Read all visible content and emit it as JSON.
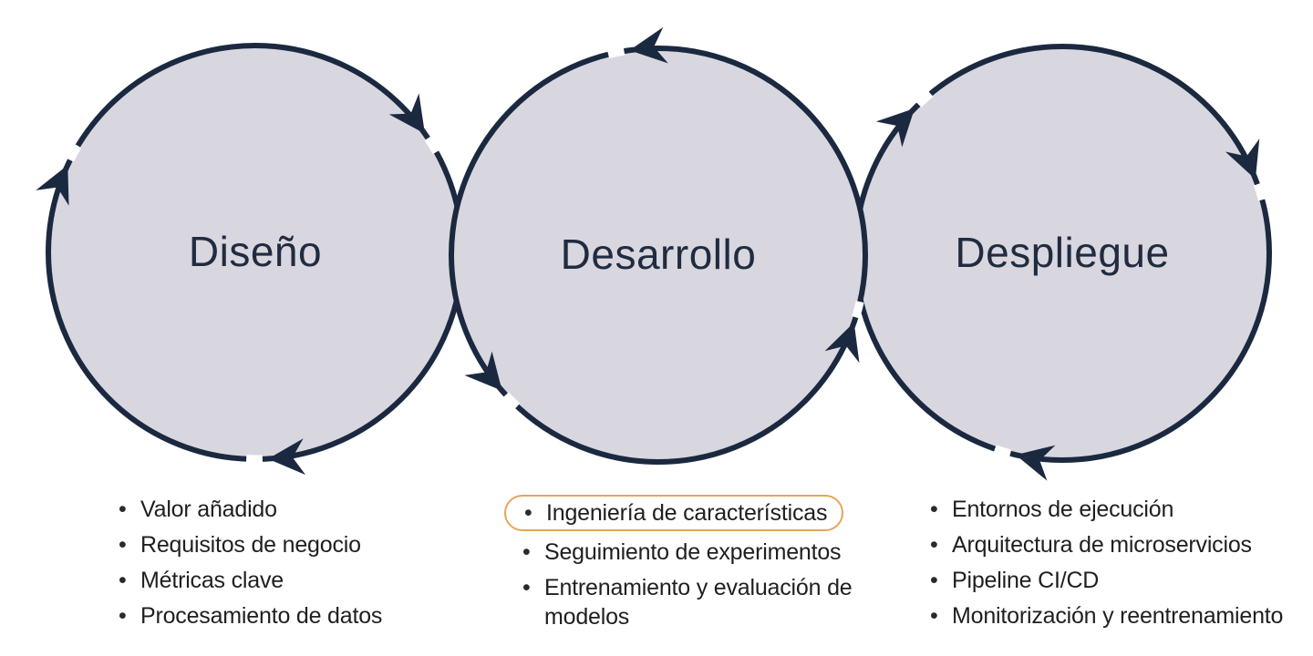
{
  "diagram": {
    "bullet_glyph": "•",
    "stages": [
      {
        "label": "Diseño",
        "items": [
          "Valor añadido",
          "Requisitos de negocio",
          "Métricas clave",
          "Procesamiento de datos"
        ]
      },
      {
        "label": "Desarrollo",
        "items": [
          "Ingeniería de características",
          "Seguimiento de experimentos",
          "Entrenamiento y evaluación de modelos"
        ],
        "highlighted_item": "Ingeniería de características"
      },
      {
        "label": "Despliegue",
        "items": [
          "Entornos de ejecución",
          "Arquitectura de microservicios",
          "Pipeline CI/CD",
          "Monitorización y reentrenamiento"
        ]
      }
    ],
    "colors": {
      "circle_fill": "#d8d7df",
      "circle_stroke": "#1b2940",
      "arrow": "#1b2940",
      "title_text": "#212b40",
      "list_text": "#1f1f1f",
      "bullet": "#2a2a2a",
      "highlight_border": "#e5a65c",
      "background": "#ffffff"
    }
  }
}
